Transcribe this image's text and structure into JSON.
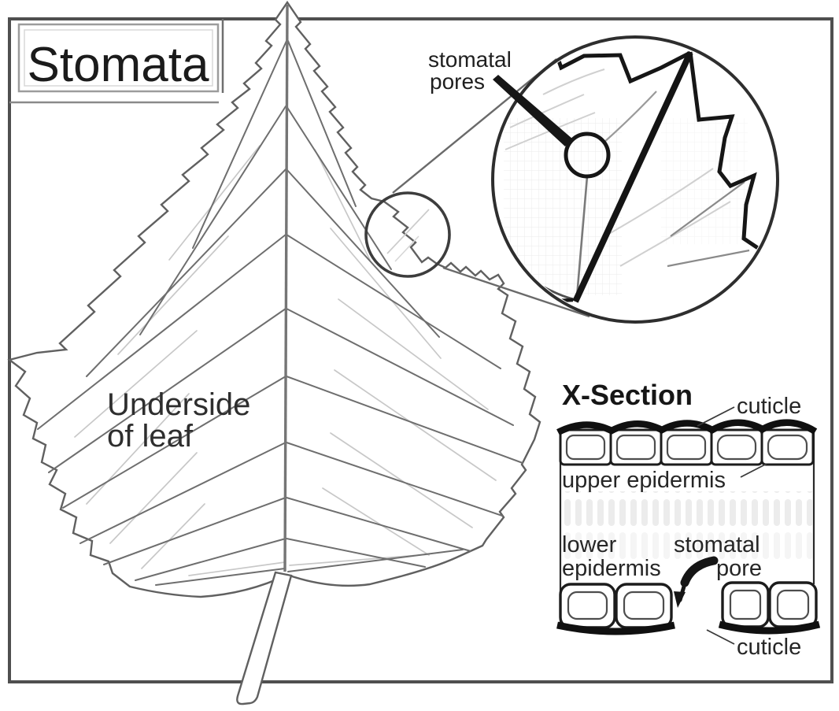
{
  "diagram": {
    "title": "Stomata",
    "leaf": {
      "label_line1": "Underside",
      "label_line2": "of leaf"
    },
    "magnifier": {
      "label_line1": "stomatal",
      "label_line2": "pores"
    },
    "xsection": {
      "title": "X-Section",
      "cuticle_top_label": "cuticle",
      "upper_epidermis_label": "upper epidermis",
      "lower_epidermis_label_line1": "lower",
      "lower_epidermis_label_line2": "epidermis",
      "stomatal_pore_label_line1": "stomatal",
      "stomatal_pore_label_line2": "pore",
      "cuticle_bottom_label": "cuticle"
    }
  },
  "colors": {
    "background": "#ffffff",
    "frame_border": "#4f4f4f",
    "ink": "#161616",
    "leaf_outline": "#606060",
    "vein": "#6e6e6e",
    "vein_faint": "#c8c8c8",
    "text": "#222222"
  }
}
